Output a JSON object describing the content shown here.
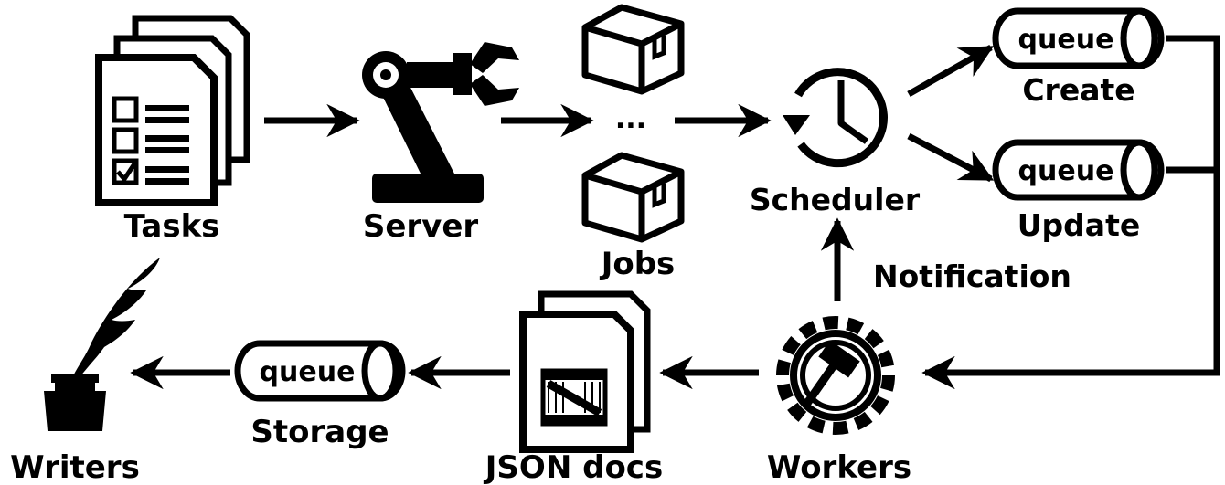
{
  "nodes": {
    "tasks": {
      "label": "Tasks"
    },
    "server": {
      "label": "Server"
    },
    "jobs": {
      "label": "Jobs",
      "ellipsis": "..."
    },
    "scheduler": {
      "label": "Scheduler"
    },
    "create": {
      "label": "Create",
      "queue_text": "queue"
    },
    "update": {
      "label": "Update",
      "queue_text": "queue"
    },
    "workers": {
      "label": "Workers"
    },
    "json_docs": {
      "label": "JSON docs"
    },
    "storage": {
      "label": "Storage",
      "queue_text": "queue"
    },
    "writers": {
      "label": "Writers"
    }
  },
  "edges": {
    "notification": {
      "label": "Notification"
    }
  },
  "colors": {
    "ink": "#000000",
    "background": "#ffffff"
  },
  "icons": {
    "tasks": "task-checklist-icon",
    "server": "robot-arm-icon",
    "jobs": "package-box-icon",
    "scheduler": "clock-icon",
    "queue": "queue-cylinder-icon",
    "workers": "hammer-gear-icon",
    "json_docs": "document-crate-icon",
    "writers": "quill-inkwell-icon"
  }
}
